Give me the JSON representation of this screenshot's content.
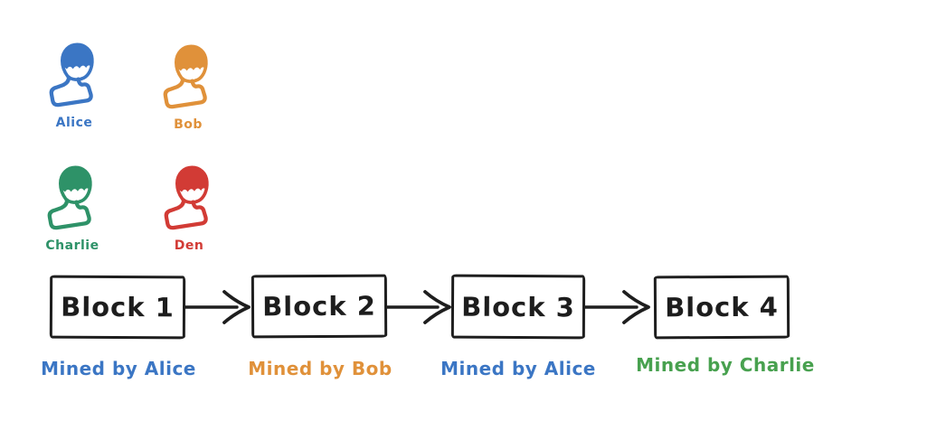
{
  "canvas": {
    "background": "#ffffff",
    "stroke_color": "#1e1e1e"
  },
  "users": [
    {
      "name": "Alice",
      "color": "#3b76c4"
    },
    {
      "name": "Bob",
      "color": "#e0913a"
    },
    {
      "name": "Charlie",
      "color": "#2e9268"
    },
    {
      "name": "Den",
      "color": "#d23b35"
    }
  ],
  "blockchain": {
    "blocks": [
      {
        "label": "Block 1",
        "miner_caption": "Mined by Alice",
        "caption_color": "#3b76c4"
      },
      {
        "label": "Block 2",
        "miner_caption": "Mined by Bob",
        "caption_color": "#e0913a"
      },
      {
        "label": "Block 3",
        "miner_caption": "Mined by Alice",
        "caption_color": "#3b76c4"
      },
      {
        "label": "Block 4",
        "miner_caption": "Mined by Charlie",
        "caption_color": "#48a14f"
      }
    ]
  }
}
